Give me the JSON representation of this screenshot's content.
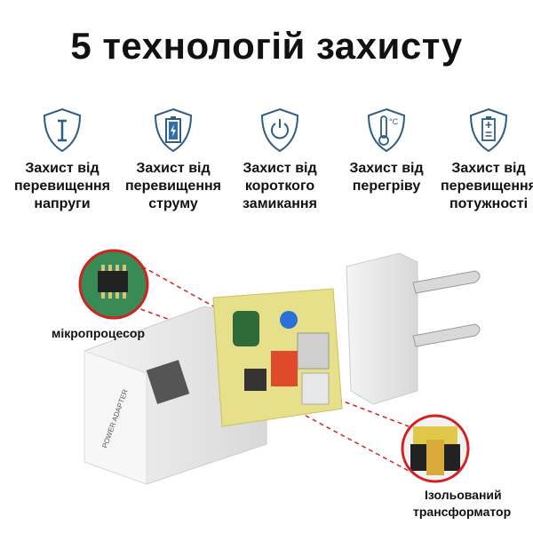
{
  "title": "5 технологій захисту",
  "features": [
    {
      "icon": "voltage-shield-icon",
      "lines": [
        "Захист від",
        "перевищення",
        "напруги"
      ]
    },
    {
      "icon": "battery-shield-icon",
      "lines": [
        "Захист від",
        "перевищення",
        "струму"
      ]
    },
    {
      "icon": "power-shield-icon",
      "lines": [
        "Захист від",
        "короткого",
        "замикання"
      ]
    },
    {
      "icon": "thermometer-shield-icon",
      "lines": [
        "Захист від",
        "перегріву"
      ]
    },
    {
      "icon": "battery-plus-minus-shield-icon",
      "lines": [
        "Захист від",
        "перевищення",
        "потужності"
      ]
    }
  ],
  "product": {
    "microprocessor_label": "мікропроцесор",
    "transformer_label_1": "Ізольований",
    "transformer_label_2": "трансформатор",
    "device_print": "POWER ADAPTER"
  },
  "colors": {
    "icon_blue": "#2f5d86",
    "accent_red": "#d42020",
    "pcb_yellow": "#e6e08a"
  }
}
